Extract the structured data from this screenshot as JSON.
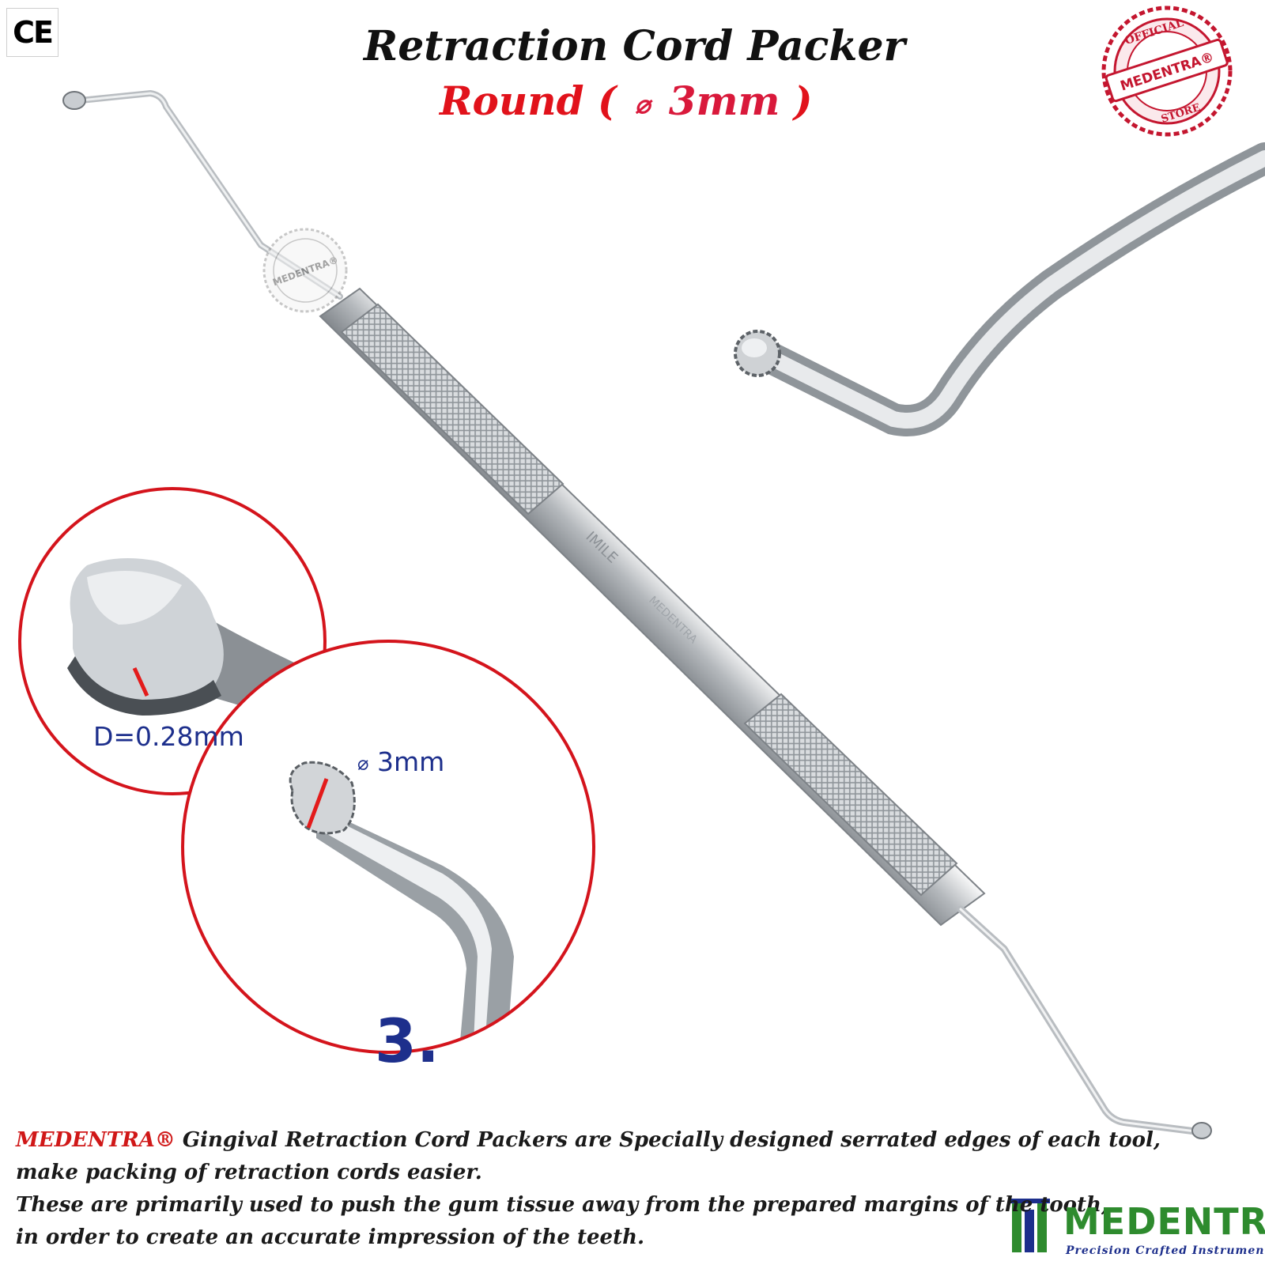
{
  "header": {
    "ce_mark": "CE",
    "title": "Retraction Cord Packer",
    "subtitle_shape": "Round",
    "subtitle_open": "(",
    "subtitle_size": "3mm",
    "subtitle_close": ")"
  },
  "seal": {
    "top_text": "OFFICIAL",
    "brand": "MEDENTRA®",
    "bottom_text": "STORE"
  },
  "callouts": {
    "serration_depth": "D=0.28mm",
    "tip_diameter": "3mm",
    "model_number": "3."
  },
  "description": {
    "brand": "MEDENTRA®",
    "line1_rest": " Gingival Retraction Cord Packers are Specially designed serrated edges of each tool,",
    "line2": "make packing of retraction cords easier.",
    "line3": "These are primarily used to push the gum tissue away from the prepared margins of the tooth,",
    "line4": "in order to create an accurate impression of the teeth."
  },
  "logo": {
    "name": "MEDENTRA",
    "tagline": "Precision Crafted Instruments"
  },
  "colors": {
    "accent_red": "#e1121b",
    "callout_blue": "#1d2f8c",
    "logo_green": "#2e8b2e",
    "steel": "#c8ccd0"
  },
  "icons": [
    "ce-mark-icon",
    "diameter-icon",
    "medentra-seal-icon",
    "medentra-logo-icon"
  ]
}
